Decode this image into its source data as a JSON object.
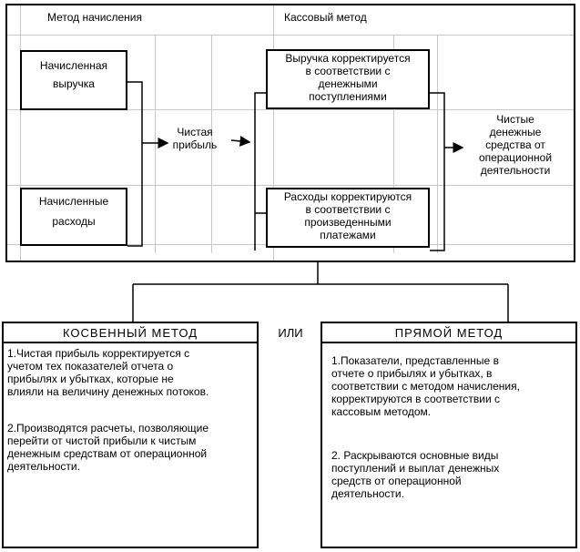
{
  "top": {
    "header_left": "Метод начисления",
    "header_right": "Кассовый метод",
    "accrued_revenue": [
      "Начисленная",
      "выручка"
    ],
    "accrued_expenses": [
      "Начисленные",
      "расходы"
    ],
    "net_profit": [
      "Чистая",
      "прибыль"
    ],
    "revenue_adjusted": [
      "Выручка корректируется",
      "в соответствии с",
      "денежными",
      "поступлениями"
    ],
    "expenses_adjusted": [
      "Расходы корректируются",
      "в соответствии с",
      "произведенными",
      "платежами"
    ],
    "net_cash": [
      "Чистые",
      "денежные",
      "средства от",
      "операционной",
      "деятельности"
    ]
  },
  "bottom": {
    "or_label": "ИЛИ",
    "indirect": {
      "title": "КОСВЕННЫЙ МЕТОД",
      "p1": [
        "1.Чистая прибыль корректируется с",
        "учетом тех показателей отчета о",
        "прибылях и убытках, которые не",
        "влияли на величину денежных потоков."
      ],
      "p2": [
        "2.Производятся расчеты, позволяющие",
        "перейти от чистой прибыли к чистым",
        "денежным средствам от операционной",
        "деятельности."
      ]
    },
    "direct": {
      "title": "ПРЯМОЙ МЕТОД",
      "p1": [
        "1.Показатели, представленные в",
        "отчете о прибылях и убытках, в",
        "соответствии с методом начисления,",
        "корректируются в соответствии с",
        "кассовым методом."
      ],
      "p2": [
        "2. Раскрываются основные виды",
        "поступлений и выплат денежных",
        "средств от операционной",
        "деятельности."
      ]
    }
  }
}
